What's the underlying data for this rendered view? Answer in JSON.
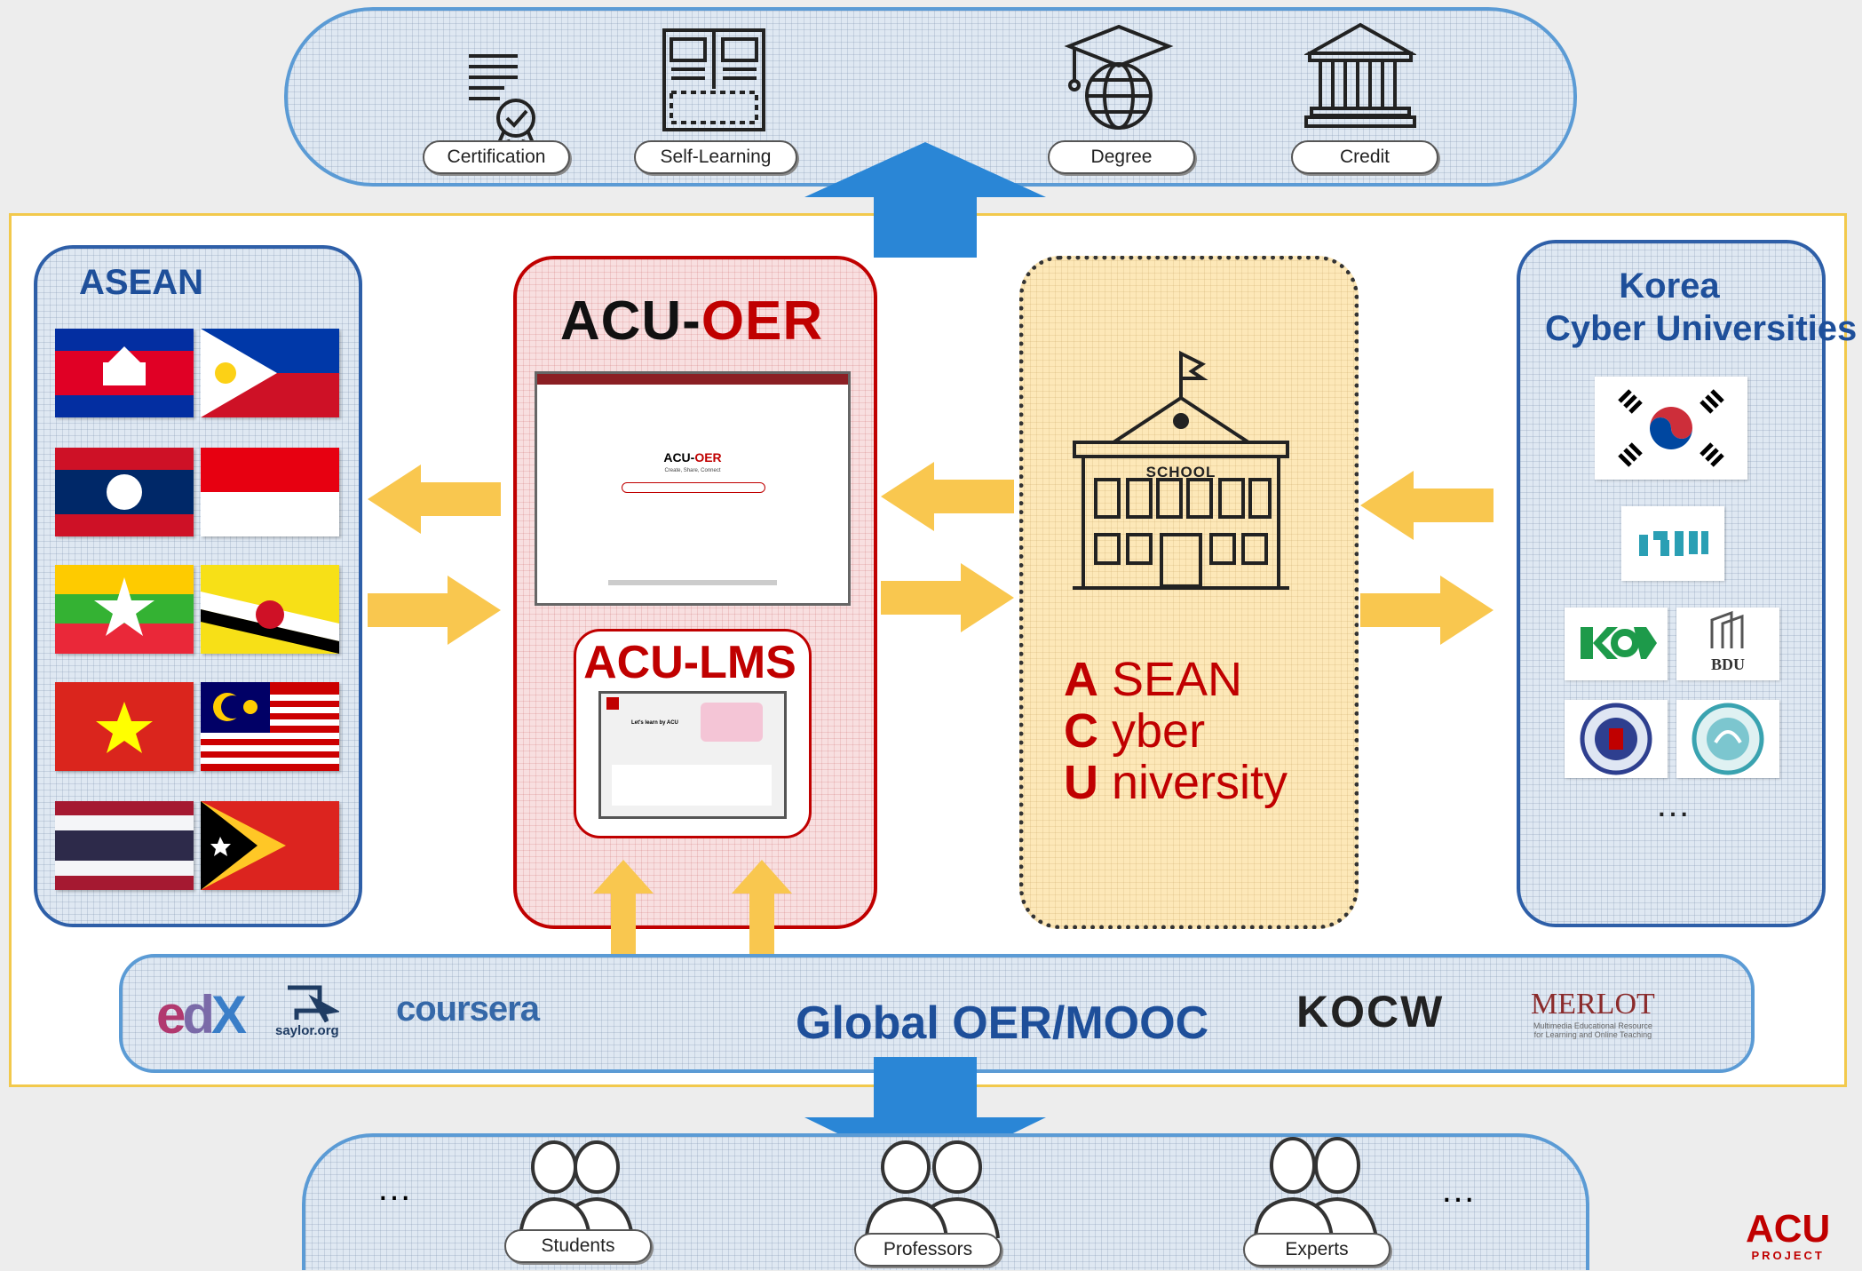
{
  "outcomes": [
    "Certification",
    "Self-Learning",
    "Degree",
    "Credit"
  ],
  "asean": {
    "title": "ASEAN"
  },
  "oer": {
    "title_prefix": "ACU-",
    "title_suffix": "OER",
    "screen_prefix": "ACU-",
    "screen_suffix": "OER",
    "screen_tagline": "Create, Share, Connect"
  },
  "lms": {
    "title": "ACU-LMS",
    "screen_headline": "Let's learn by ACU"
  },
  "acu": {
    "school_label": "SCHOOL",
    "lines": [
      {
        "letter": "A",
        "rest": " SEAN"
      },
      {
        "letter": "C",
        "rest": " yber"
      },
      {
        "letter": "U",
        "rest": " niversity"
      }
    ]
  },
  "korea": {
    "title_line1": "Korea",
    "title_line2": "Cyber Universities",
    "more": "…",
    "logos": [
      "KOREA-FLAG",
      "KCU",
      "KCY",
      "BDU",
      "SEAL-1",
      "SEAL-2"
    ],
    "bdu_label": "BDU"
  },
  "global": {
    "title": "Global OER/MOOC",
    "logos": {
      "edx_e": "e",
      "edx_d": "d",
      "edx_x": "X",
      "saylor": "saylor.org",
      "coursera": "coursera",
      "kocw": "KOCW",
      "merlot": "MERLOT",
      "merlot_sub1": "Multimedia Educational Resource",
      "merlot_sub2": "for Learning and Online Teaching"
    }
  },
  "users": {
    "labels": [
      "Students",
      "Professors",
      "Experts"
    ],
    "more_left": "…",
    "more_right": "…"
  },
  "brand": {
    "main": "ACU",
    "sub": "PROJECT"
  },
  "colors": {
    "accent_red": "#c00000",
    "title_blue": "#1e4f9a",
    "arrow_yellow": "#f9c74f",
    "arrow_blue": "#2a86d6"
  },
  "icons": [
    "certificate-icon",
    "book-icon",
    "graduation-globe-icon",
    "bank-building-icon",
    "school-building-icon",
    "users-icon"
  ]
}
